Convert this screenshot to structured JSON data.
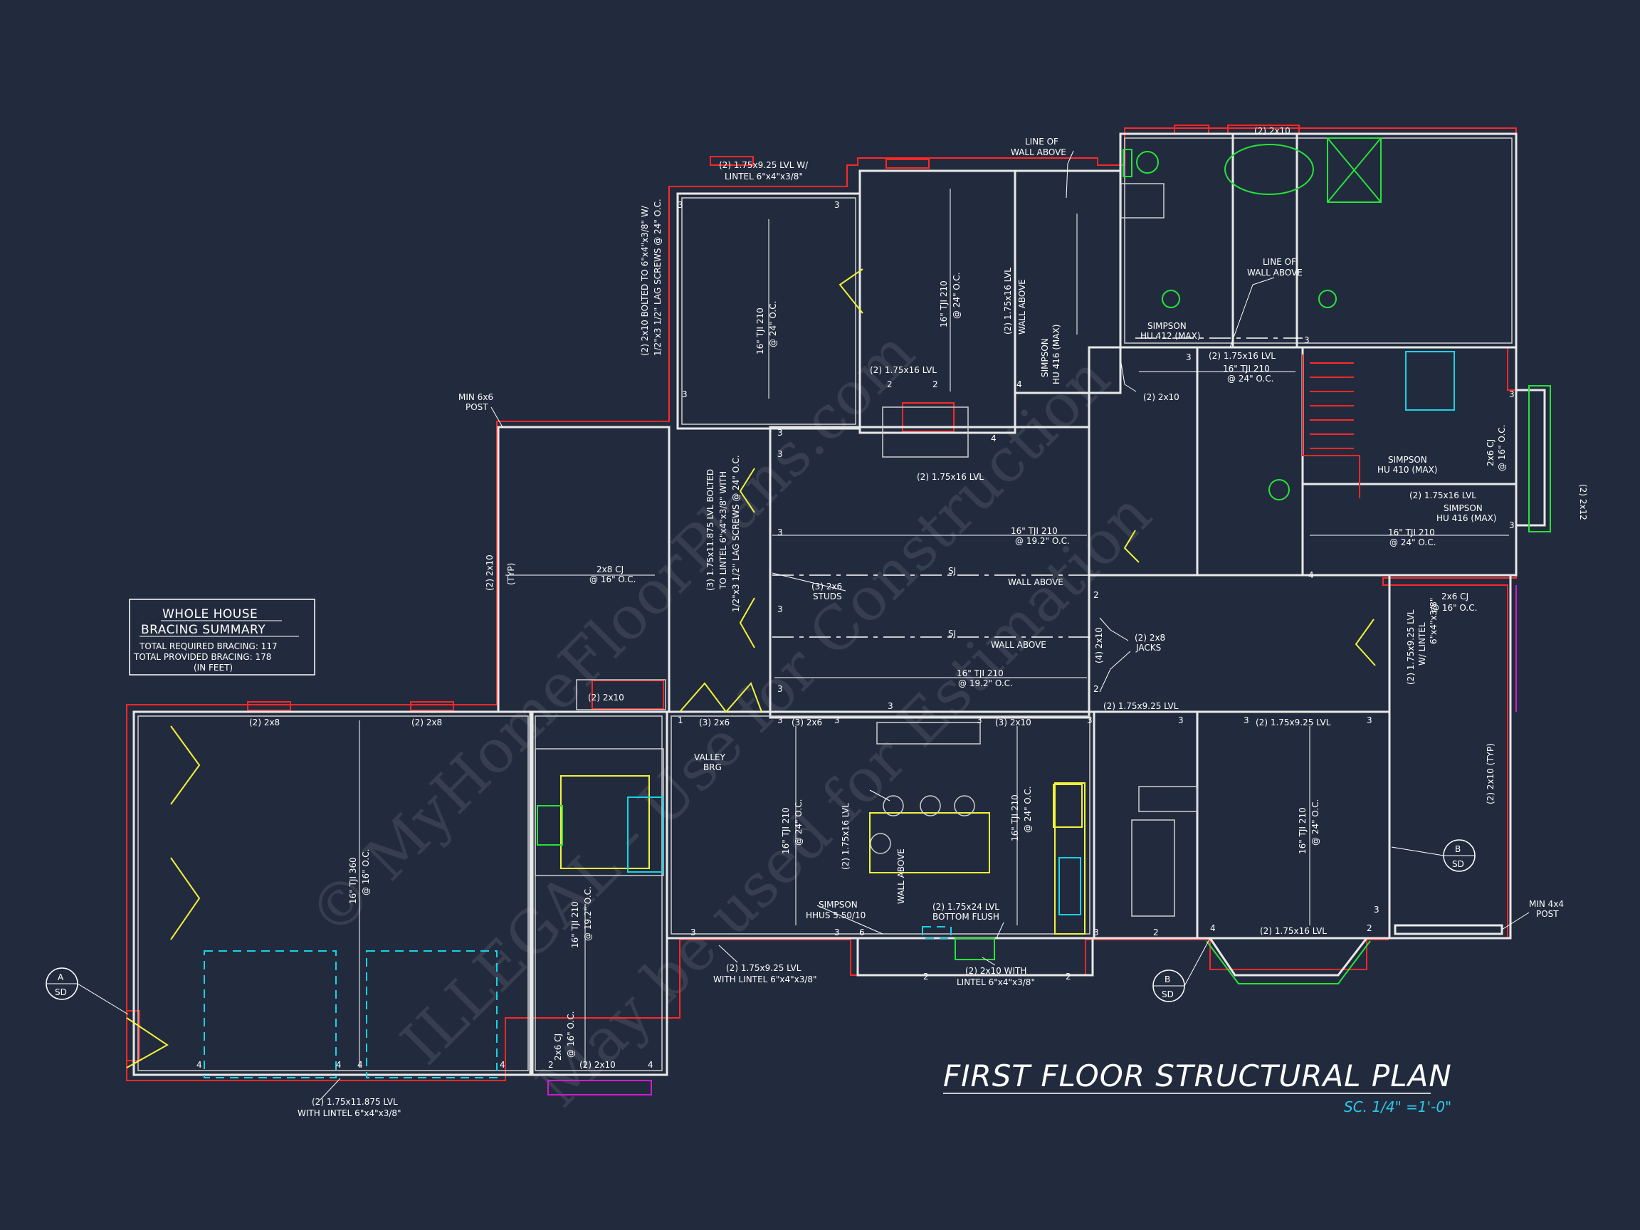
{
  "title": "FIRST FLOOR STRUCTURAL PLAN",
  "scale": "SC. 1/4\" =1'-0\"",
  "bracing": {
    "heading1": "WHOLE HOUSE",
    "heading2": "BRACING SUMMARY",
    "required": "TOTAL REQUIRED BRACING: 117",
    "provided": "TOTAL PROVIDED BRACING: 178",
    "unit": "(IN FEET)"
  },
  "section_markers": [
    {
      "top": "A",
      "bottom": "SD"
    },
    {
      "top": "B",
      "bottom": "SD"
    },
    {
      "top": "B",
      "bottom": "SD"
    }
  ],
  "watermark": [
    "© MyHomeFloorPlans.com",
    "ILLEGAL - Use for Construction",
    "May be used for Estimation"
  ],
  "callouts": {
    "c01": "(2) 1.75x9.25 LVL W/",
    "c02": "LINTEL 6\"x4\"x3/8\"",
    "c03": "LINE OF",
    "c04": "WALL ABOVE",
    "c05": "(2) 2x10",
    "c06": "(2) 2x10 BOLTED TO 6\"x4\"x3/8\" W/",
    "c07": "1/2\"x3 1/2\" LAG SCREWS @ 24\" O.C.",
    "c08": "16\" TJI 210",
    "c09": "@ 24\" O.C.",
    "c10": "(2) 1.75x16 LVL",
    "c11": "(2) 1.75x16 LVL",
    "c12": "WALL ABOVE",
    "c13": "SIMPSON",
    "c14": "HU 416 (MAX)",
    "c15": "SIMPSON",
    "c16": "HU 412 (MAX)",
    "c17": "LINE OF",
    "c18": "WALL ABOVE",
    "c19": "(2) 2x10",
    "c20": "(2) 1.75x16 LVL",
    "c21": "16\" TJI 210",
    "c22": "@ 24\" O.C.",
    "c23": "MIN 6x6",
    "c24": "POST",
    "c25": "(2) 2x10",
    "c26": "(TYP)",
    "c27": "2x8 CJ",
    "c28": "@ 16\" O.C.",
    "c29": "(3) 1.75x11.875 LVL BOLTED",
    "c30": "TO LINTEL 6\"x4\"x3/8\" WITH",
    "c31": "1/2\"x3 1/2\" LAG SCREWS @ 24\" O.C.",
    "c32": "(3) 2x6",
    "c33": "STUDS",
    "c34": "(2) 1.75x16 LVL",
    "c35": "16\" TJI 210",
    "c36": "@ 19.2\" O.C.",
    "c37": "SJ",
    "c38": "WALL ABOVE",
    "c39": "SJ",
    "c40": "WALL ABOVE",
    "c41": "16\" TJI 210",
    "c42": "@ 19.2\" O.C.",
    "c43": "(4) 2x10",
    "c44": "(2) 2x8",
    "c45": "JACKS",
    "c46": "SIMPSON",
    "c47": "HU 410 (MAX)",
    "c48": "(2) 1.75x16 LVL",
    "c49": "SIMPSON",
    "c50": "HU 416 (MAX)",
    "c51": "16\" TJI 210",
    "c52": "@ 24\" O.C.",
    "c53": "2x6 CJ",
    "c54": "@ 16\" O.C.",
    "c55": "(2) 2x12",
    "c56": "2x6 CJ",
    "c57": "@ 16\" O.C.",
    "c58": "(2) 1.75x9.25 LVL",
    "c59": "W/ LINTEL",
    "c60": "6\"x4\"x3/8\"",
    "c61": "(2) 2x10 (TYP)",
    "c62": "(2) 2x8",
    "c63": "(2) 2x8",
    "c64": "16\" TJI 360",
    "c65": "@ 16\" O.C.",
    "c66": "(2) 2x10",
    "c67": "VALLEY",
    "c68": "BRG",
    "c69": "(3) 2x6",
    "c70": "(3) 2x6",
    "c71": "(3) 2x10",
    "c72": "(2) 1.75x9.25 LVL",
    "c73": "(2) 1.75x9.25 LVL",
    "c74": "16\" TJI 210",
    "c75": "@ 24\" O.C.",
    "c76": "(2) 1.75x16 LVL",
    "c77": "WALL ABOVE",
    "c78": "16\" TJI 210",
    "c79": "@ 24\" O.C.",
    "c80": "16\" TJI 210",
    "c81": "@ 24\" O.C.",
    "c82": "16\" TJI 210",
    "c83": "@ 19.2\" O.C.",
    "c84": "SIMPSON",
    "c85": "HHUS 5.50/10",
    "c86": "(2) 1.75x24 LVL",
    "c87": "BOTTOM FLUSH",
    "c88": "(2) 1.75x16 LVL",
    "c89": "MIN 4x4",
    "c90": "POST",
    "c91": "(2) 1.75x9.25 LVL",
    "c92": "WITH LINTEL 6\"x4\"x3/8\"",
    "c93": "(2) 2x10 WITH",
    "c94": "LINTEL 6\"x4\"x3/8\"",
    "c95": "2x6 CJ",
    "c96": "@ 16\" O.C.",
    "c97": "(2) 2x10",
    "c98": "(2) 1.75x11.875 LVL",
    "c99": "WITH LINTEL 6\"x4\"x3/8\""
  },
  "colors": {
    "background": "#222b3d",
    "wall": "#e8e8e8",
    "beam": "#ff2828",
    "highlight": "#f2f23a",
    "fixture": "#19d3e6",
    "accent": "#27e23a"
  }
}
